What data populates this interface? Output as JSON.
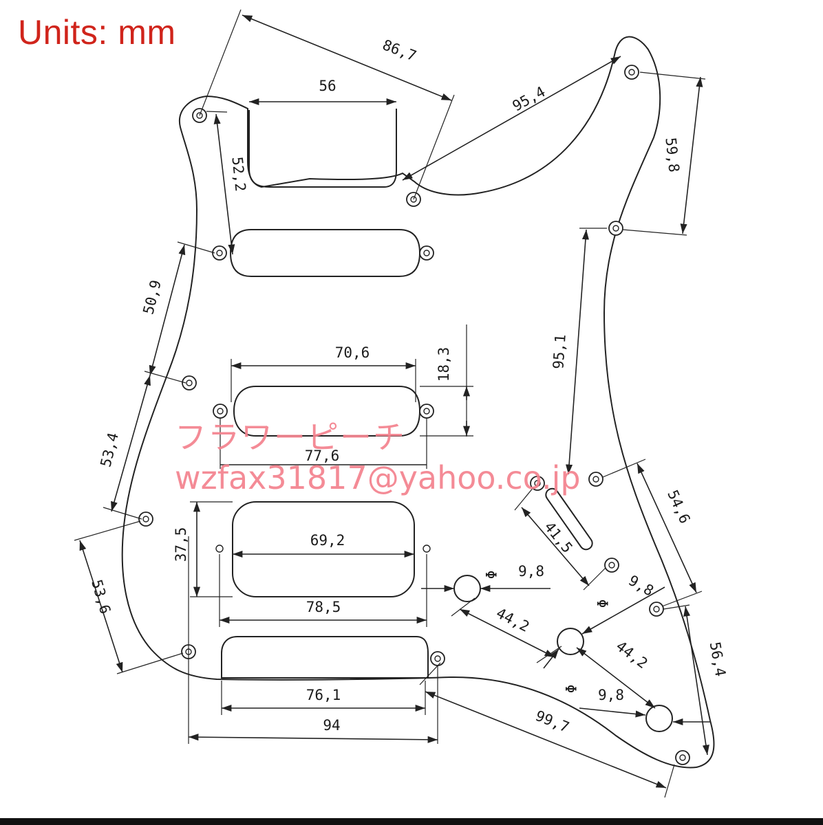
{
  "header": {
    "units_label": "Units: mm"
  },
  "watermark": {
    "line1": "フラワーピーチ",
    "line2": "wzfax31817@yahoo.co.jp"
  },
  "dimensions": {
    "d86_7": "86,7",
    "d56": "56",
    "d95_4": "95,4",
    "d59_8": "59,8",
    "d52_2": "52,2",
    "d50_9": "50,9",
    "d70_6": "70,6",
    "d18_3": "18,3",
    "d95_1": "95,1",
    "d77_6": "77,6",
    "d53_4": "53,4",
    "d41_5": "41,5",
    "d54_6": "54,6",
    "d37_5": "37,5",
    "d69_2": "69,2",
    "d9_8_a": "9,8",
    "d9_8_b": "9,8",
    "d9_8_c": "9,8",
    "d78_5": "78,5",
    "d44_2_a": "44,2",
    "d44_2_b": "44,2",
    "d53_6": "53,6",
    "d56_4": "56,4",
    "d76_1": "76,1",
    "d99_7": "99,7",
    "d94": "94",
    "phi": "Φ"
  }
}
